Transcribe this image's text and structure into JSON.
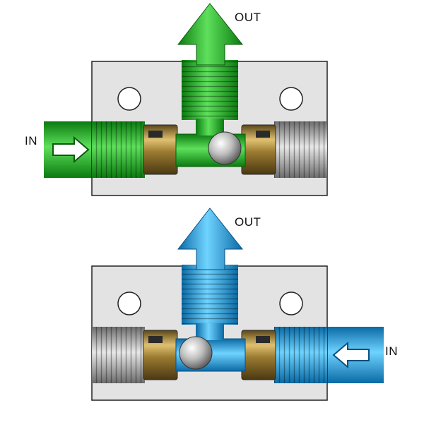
{
  "diagram": {
    "top": {
      "out_label": "OUT",
      "in_label": "IN",
      "flow_color": "#19b81c",
      "flow_color_light": "#5ee05b",
      "flow_color_dark": "#0b7a10",
      "inlet_side": "left",
      "ball_position": "right"
    },
    "bottom": {
      "out_label": "OUT",
      "in_label": "IN",
      "flow_color": "#17a7e6",
      "flow_color_light": "#6fd3ff",
      "flow_color_dark": "#0a6aa5",
      "inlet_side": "right",
      "ball_position": "left"
    },
    "colors": {
      "body": "#e3e3e3",
      "body_edge": "#222222",
      "brass": "#b89443",
      "brass_dark": "#6e5420",
      "thread_gray": "#9a9a9a",
      "ball": "#cfcfcf"
    }
  }
}
